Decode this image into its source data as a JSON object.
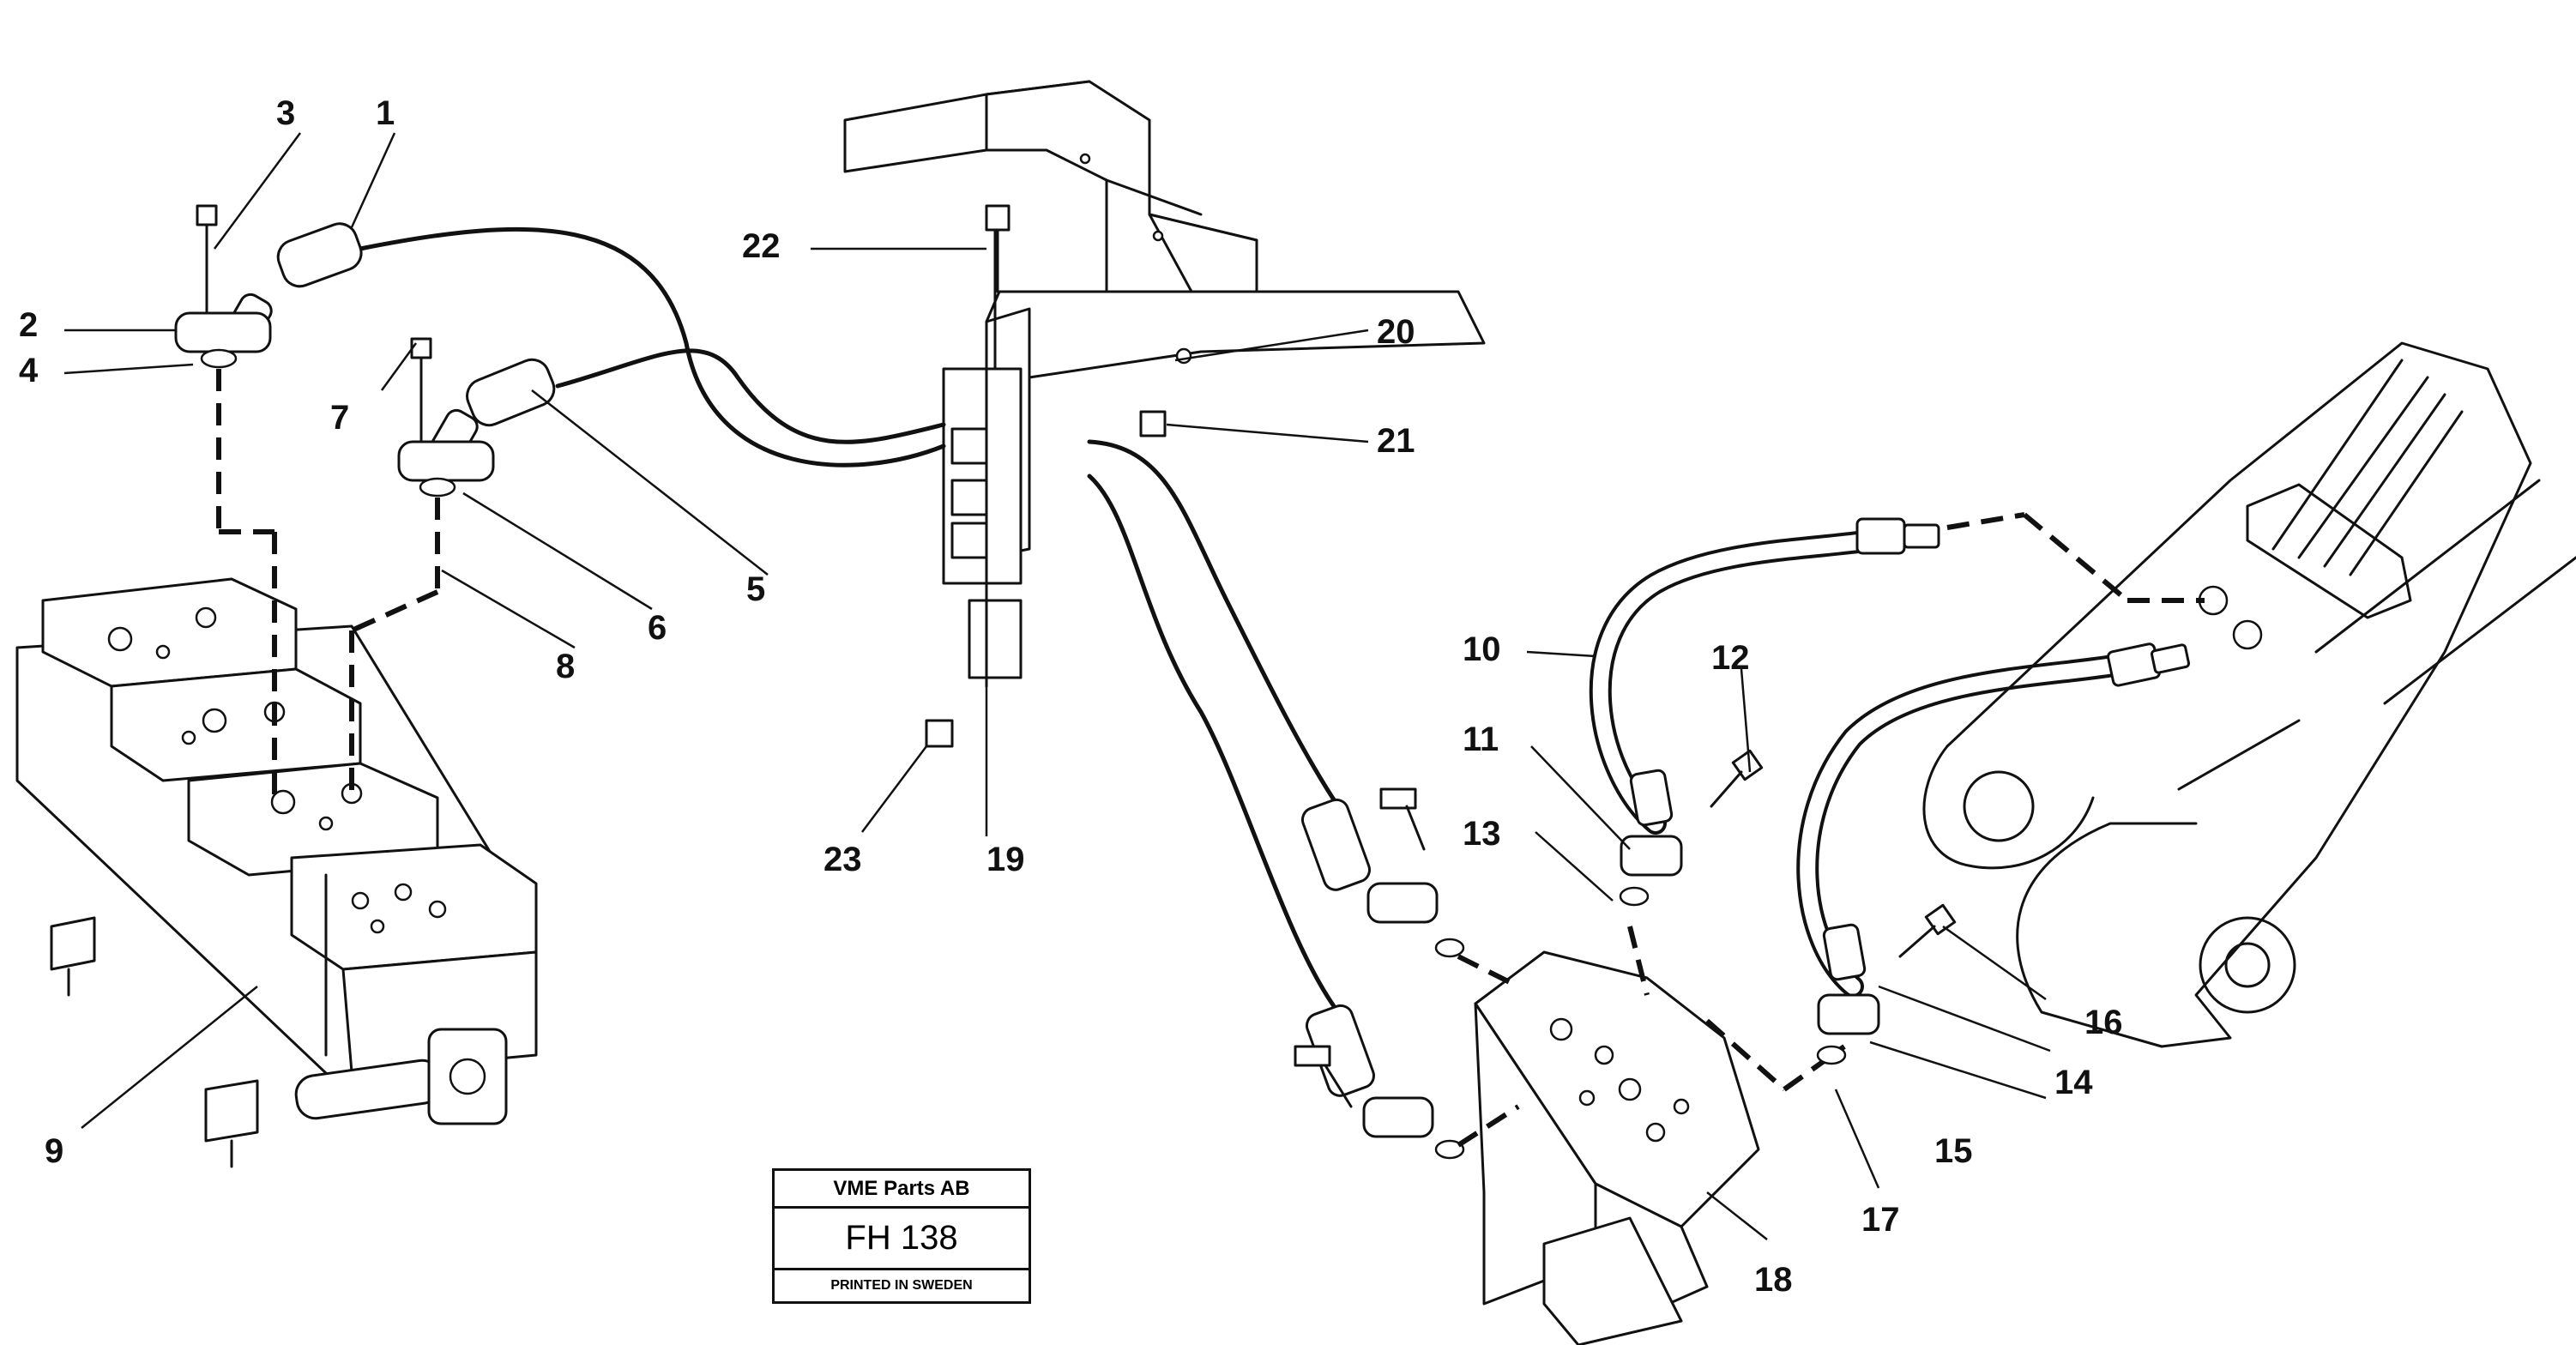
{
  "callouts": [
    "1",
    "2",
    "3",
    "4",
    "5",
    "6",
    "7",
    "8",
    "9",
    "10",
    "11",
    "12",
    "13",
    "14",
    "15",
    "16",
    "17",
    "18",
    "19",
    "20",
    "21",
    "22",
    "23"
  ],
  "title_block": {
    "company": "VME Parts AB",
    "code": "FH 138",
    "printed": "PRINTED IN SWEDEN"
  }
}
